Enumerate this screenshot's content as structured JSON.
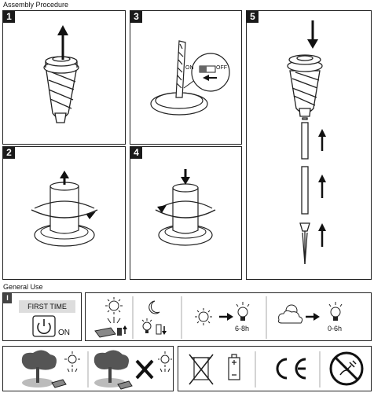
{
  "assembly": {
    "title": "Assembly Procedure",
    "steps": [
      {
        "num": "1"
      },
      {
        "num": "2"
      },
      {
        "num": "3",
        "switch_on": "ON",
        "switch_off": "OFF"
      },
      {
        "num": "4"
      },
      {
        "num": "5"
      }
    ]
  },
  "general": {
    "title": "General Use",
    "badge": "I",
    "first_time": "FIRST TIME",
    "on_label": "ON",
    "sun_hours": "6-8h",
    "cloud_hours": "0-6h"
  },
  "icons": [
    "power-icon",
    "sun-icon",
    "moon-icon",
    "solar-panel-icon",
    "bulb-icon",
    "battery-icon",
    "tree-icon",
    "cross-icon",
    "crossed-bin-icon",
    "ce-mark-icon",
    "no-plug-icon"
  ]
}
